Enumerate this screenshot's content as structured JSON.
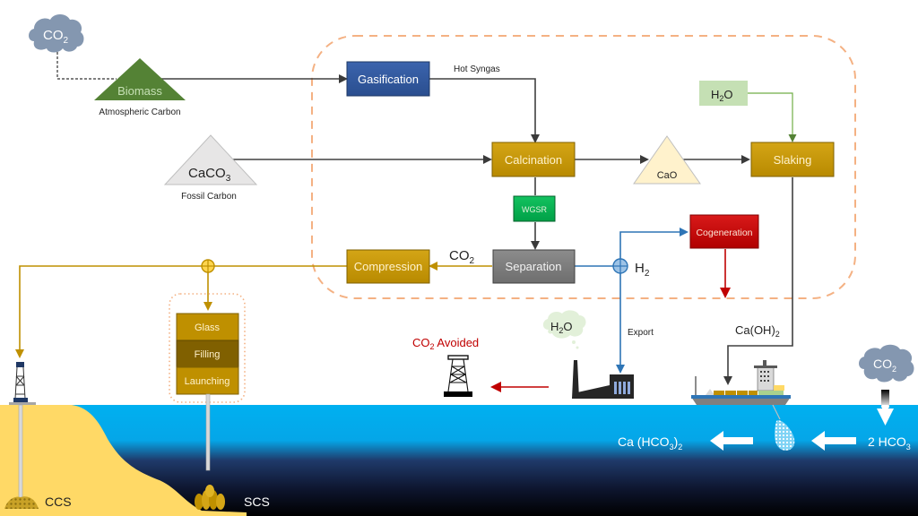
{
  "diagram": {
    "sources": {
      "co2_cloud_left": {
        "label": "CO",
        "sub": "2"
      },
      "biomass": {
        "label": "Biomass",
        "caption": "Atmospheric Carbon"
      },
      "caco3": {
        "label": "CaCO",
        "sub": "3",
        "caption": "Fossil Carbon"
      }
    },
    "process_boundary": {
      "style": "dashed",
      "color": "#F4B183"
    },
    "processes": {
      "gasification": {
        "label": "Gasification",
        "color": "#2F5597"
      },
      "calcination": {
        "label": "Calcination",
        "color": "#BF9000"
      },
      "wgsr": {
        "label": "WGSR",
        "color": "#00B050"
      },
      "separation": {
        "label": "Separation",
        "color": "#7F7F7F"
      },
      "compression": {
        "label": "Compression",
        "color": "#BF9000"
      },
      "slaking": {
        "label": "Slaking",
        "color": "#BF9000"
      },
      "cogeneration": {
        "label": "Cogeneration",
        "color": "#C00000"
      }
    },
    "intermediates": {
      "hot_syngas": "Hot Syngas",
      "cao": "CaO",
      "h2o_input": {
        "label": "H",
        "sub": "2",
        "tail": "O"
      },
      "co2_stream": {
        "label": "CO",
        "sub": "2"
      },
      "h2_stream": {
        "label": "H",
        "sub": "2"
      },
      "export": "Export",
      "caoh2": {
        "label": "Ca(OH)",
        "sub": "2"
      },
      "h2o_steam": {
        "label": "H",
        "sub": "2",
        "tail": "O"
      },
      "co2_avoided": {
        "label": "CO",
        "sub": "2",
        "tail": " Avoided"
      }
    },
    "scs_stack": {
      "steps": [
        "Glass",
        "Filling",
        "Launching"
      ]
    },
    "ocean": {
      "co2_cloud_right": {
        "label": "CO",
        "sub": "2"
      },
      "bicarbonate": {
        "label": "2 HCO",
        "sub": "3"
      },
      "calcium_bicarbonate": {
        "label": "Ca (HCO",
        "sub": "3",
        "tail": ")",
        "sub2": "2"
      }
    },
    "storage": {
      "ccs": "CCS",
      "scs": "SCS"
    }
  }
}
